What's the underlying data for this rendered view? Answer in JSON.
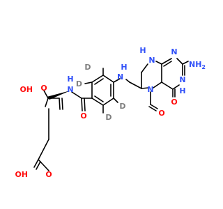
{
  "palette": {
    "bond": "#000000",
    "O": "#ff0d0d",
    "N": "#3050f8",
    "D": "#808080",
    "background": "#ffffff"
  },
  "atoms": {
    "oh_top": "OH",
    "o_top": "O",
    "nh_amide": "H",
    "n_amide": "N",
    "o_amide": "O",
    "oh_bottom": "OH",
    "o_bottom": "O",
    "d1": "D",
    "d2": "D",
    "d3": "D",
    "d4": "D",
    "nh_link": "N",
    "nh_link_h": "H",
    "n8_h": "H",
    "n8": "N",
    "n_top": "N",
    "nh2": "NH",
    "nh2_sub": "2",
    "n3": "N",
    "n3_h": "H",
    "o_keto": "O",
    "n5": "N",
    "o_formyl": "O"
  }
}
